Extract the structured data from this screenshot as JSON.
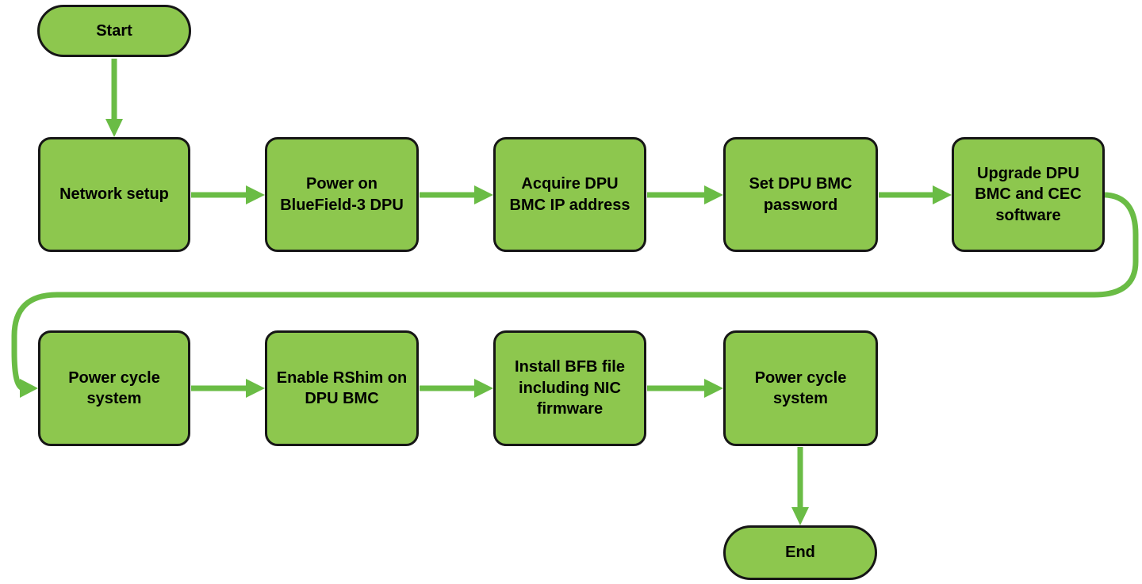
{
  "diagram": {
    "type": "flowchart",
    "colors": {
      "node_fill": "#8dc74e",
      "node_border": "#161616",
      "arrow": "#6abc45",
      "label_text": "#000000",
      "background": "#ffffff"
    },
    "nodes": [
      {
        "id": "start",
        "type": "terminator",
        "label": "Start"
      },
      {
        "id": "network-setup",
        "type": "process",
        "label": "Network setup"
      },
      {
        "id": "power-on-dpu",
        "type": "process",
        "label": "Power on BlueField-3 DPU"
      },
      {
        "id": "acquire-ip",
        "type": "process",
        "label": "Acquire DPU BMC IP address"
      },
      {
        "id": "set-password",
        "type": "process",
        "label": "Set DPU BMC password"
      },
      {
        "id": "upgrade-sw",
        "type": "process",
        "label": "Upgrade DPU BMC and CEC software"
      },
      {
        "id": "power-cycle-1",
        "type": "process",
        "label": "Power cycle system"
      },
      {
        "id": "enable-rshim",
        "type": "process",
        "label": "Enable RShim on DPU BMC"
      },
      {
        "id": "install-bfb",
        "type": "process",
        "label": "Install BFB file including NIC firmware"
      },
      {
        "id": "power-cycle-2",
        "type": "process",
        "label": "Power cycle system"
      },
      {
        "id": "end",
        "type": "terminator",
        "label": "End"
      }
    ],
    "edges": [
      {
        "from": "start",
        "to": "network-setup"
      },
      {
        "from": "network-setup",
        "to": "power-on-dpu"
      },
      {
        "from": "power-on-dpu",
        "to": "acquire-ip"
      },
      {
        "from": "acquire-ip",
        "to": "set-password"
      },
      {
        "from": "set-password",
        "to": "upgrade-sw"
      },
      {
        "from": "upgrade-sw",
        "to": "power-cycle-1"
      },
      {
        "from": "power-cycle-1",
        "to": "enable-rshim"
      },
      {
        "from": "enable-rshim",
        "to": "install-bfb"
      },
      {
        "from": "install-bfb",
        "to": "power-cycle-2"
      },
      {
        "from": "power-cycle-2",
        "to": "end"
      }
    ]
  }
}
